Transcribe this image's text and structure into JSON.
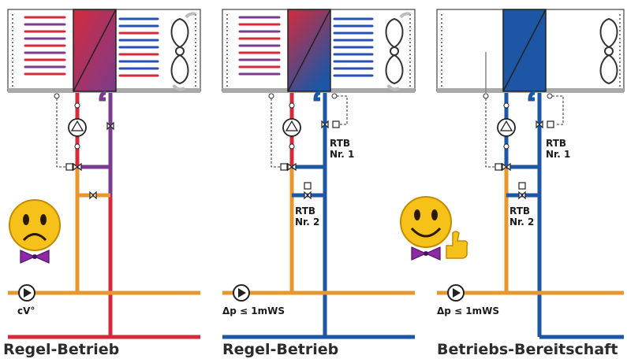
{
  "panels": [
    {
      "caption": "Regel-Betrieb",
      "pump_label": "cV°",
      "mood": "sad",
      "rtb_labels": []
    },
    {
      "caption": "Regel-Betrieb",
      "pump_label": "Δp ≤ 1mWS",
      "mood": "none",
      "rtb_labels": [
        "RTB",
        "Nr. 1",
        "RTB",
        "Nr. 2"
      ]
    },
    {
      "caption": "Betriebs-Bereitschaft",
      "pump_label": "Δp ≤ 1mWS",
      "mood": "happy",
      "rtb_labels": [
        "RTB",
        "Nr. 1",
        "RTB",
        "Nr. 2"
      ]
    }
  ],
  "colors": {
    "supply_orange": "#e8962e",
    "return_red": "#d42a3c",
    "return_blue": "#1d56a5",
    "return_purple": "#7a3c8e",
    "hot_coil": "#d42a3c",
    "cold_coil": "#2a4fb5"
  },
  "icons": [
    "fan-icon",
    "pump-icon",
    "valve-icon",
    "sad-face-icon",
    "happy-face-icon",
    "thumbs-up-icon",
    "bow-tie-icon"
  ]
}
